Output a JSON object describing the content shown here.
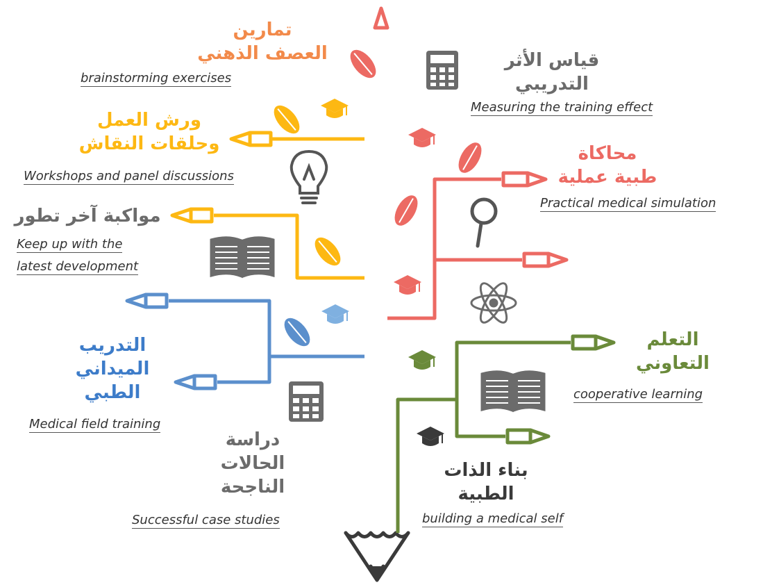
{
  "colors": {
    "red": "#ec6a63",
    "orange": "#f28a4a",
    "yellow": "#fdb813",
    "blue": "#5b8fcc",
    "green": "#6a8a3a",
    "gray": "#6b6b6b",
    "dark": "#3a3a3a"
  },
  "branches": {
    "brainstorming": {
      "arabic": [
        "تمارين",
        "العصف الذهني"
      ],
      "english": "brainstorming exercises"
    },
    "workshops": {
      "arabic": [
        "ورش العمل",
        "وحلقات النقاش"
      ],
      "english": "Workshops and panel discussions"
    },
    "keep_up": {
      "arabic": [
        "مواكبة آخر تطور"
      ],
      "english": [
        "Keep up with the",
        "latest development"
      ]
    },
    "field_training": {
      "arabic": [
        "التدريب",
        "الميداني",
        "الطبي"
      ],
      "english": "Medical field training"
    },
    "case_studies": {
      "arabic": [
        "دراسة",
        "الحالات",
        "الناجحة"
      ],
      "english": "Successful case studies"
    },
    "measuring": {
      "arabic": [
        "قياس الأثر",
        "التدريبي"
      ],
      "english": "Measuring the training effect"
    },
    "simulation": {
      "arabic": [
        "محاكاة",
        "طبية عملية"
      ],
      "english": "Practical medical simulation"
    },
    "cooperative": {
      "arabic": [
        "التعلم",
        "التعاوني"
      ],
      "english": "cooperative learning"
    },
    "medical_self": {
      "arabic": [
        "بناء الذات",
        "الطبية"
      ],
      "english": "building a medical self"
    }
  },
  "icons": [
    "graduation-cap-icon",
    "book-icon",
    "calculator-icon",
    "lightbulb-icon",
    "magnifier-icon",
    "atom-icon",
    "leaf-icon",
    "pencil-icon"
  ]
}
